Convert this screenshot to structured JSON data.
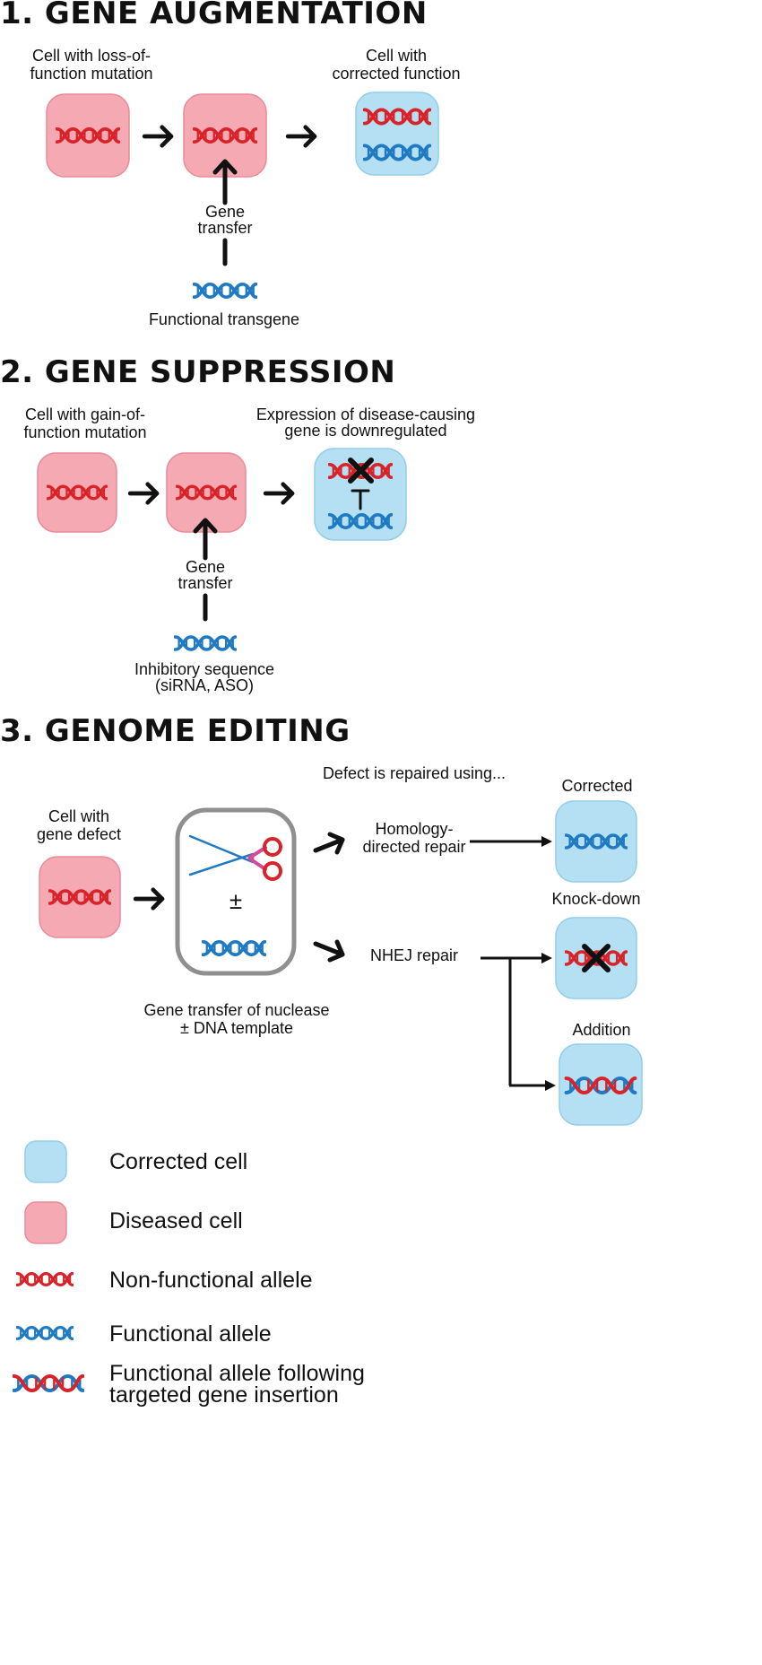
{
  "colors": {
    "diseased_cell": "#f4a9b3",
    "diseased_cell_border": "#e88b98",
    "corrected_cell": "#b5dff2",
    "corrected_cell_border": "#93cde8",
    "nonfunctional_allele": "#d8232a",
    "functional_allele": "#1f7ac2",
    "arrow": "#111111",
    "nuclease_outline": "#8f8f8f",
    "scissors_handle": "#d8232a",
    "scissors_pivot": "#d34a9a",
    "scissors_blade": "#1f7ac2"
  },
  "section1": {
    "title": "1. GENE AUGMENTATION",
    "label_cell_line1": "Cell with loss-of-",
    "label_cell_line2": "function mutation",
    "label_result_line1": "Cell with",
    "label_result_line2": "corrected function",
    "label_transfer_line1": "Gene",
    "label_transfer_line2": "transfer",
    "label_transgene": "Functional transgene"
  },
  "section2": {
    "title": "2. GENE SUPPRESSION",
    "label_cell_line1": "Cell with gain-of-",
    "label_cell_line2": "function mutation",
    "label_result_line1": "Expression of disease-causing",
    "label_result_line2": "gene is downregulated",
    "label_transfer_line1": "Gene",
    "label_transfer_line2": "transfer",
    "label_inhib_line1": "Inhibitory sequence",
    "label_inhib_line2": "(siRNA, ASO)"
  },
  "section3": {
    "title": "3. GENOME EDITING",
    "label_cell_line1": "Cell with",
    "label_cell_line2": "gene defect",
    "label_plusminus": "±",
    "label_nuclease_line1": "Gene transfer of nuclease",
    "label_nuclease_line2": "± DNA template",
    "label_defect": "Defect is repaired using...",
    "label_hdr_line1": "Homology-",
    "label_hdr_line2": "directed repair",
    "label_nhej": "NHEJ repair",
    "label_corrected": "Corrected",
    "label_knockdown": "Knock-down",
    "label_addition": "Addition"
  },
  "legend": {
    "corrected_cell": "Corrected cell",
    "diseased_cell": "Diseased cell",
    "nonfunctional_allele": "Non-functional allele",
    "functional_allele": "Functional allele",
    "insertion_line1": "Functional allele following",
    "insertion_line2": "targeted gene insertion"
  }
}
